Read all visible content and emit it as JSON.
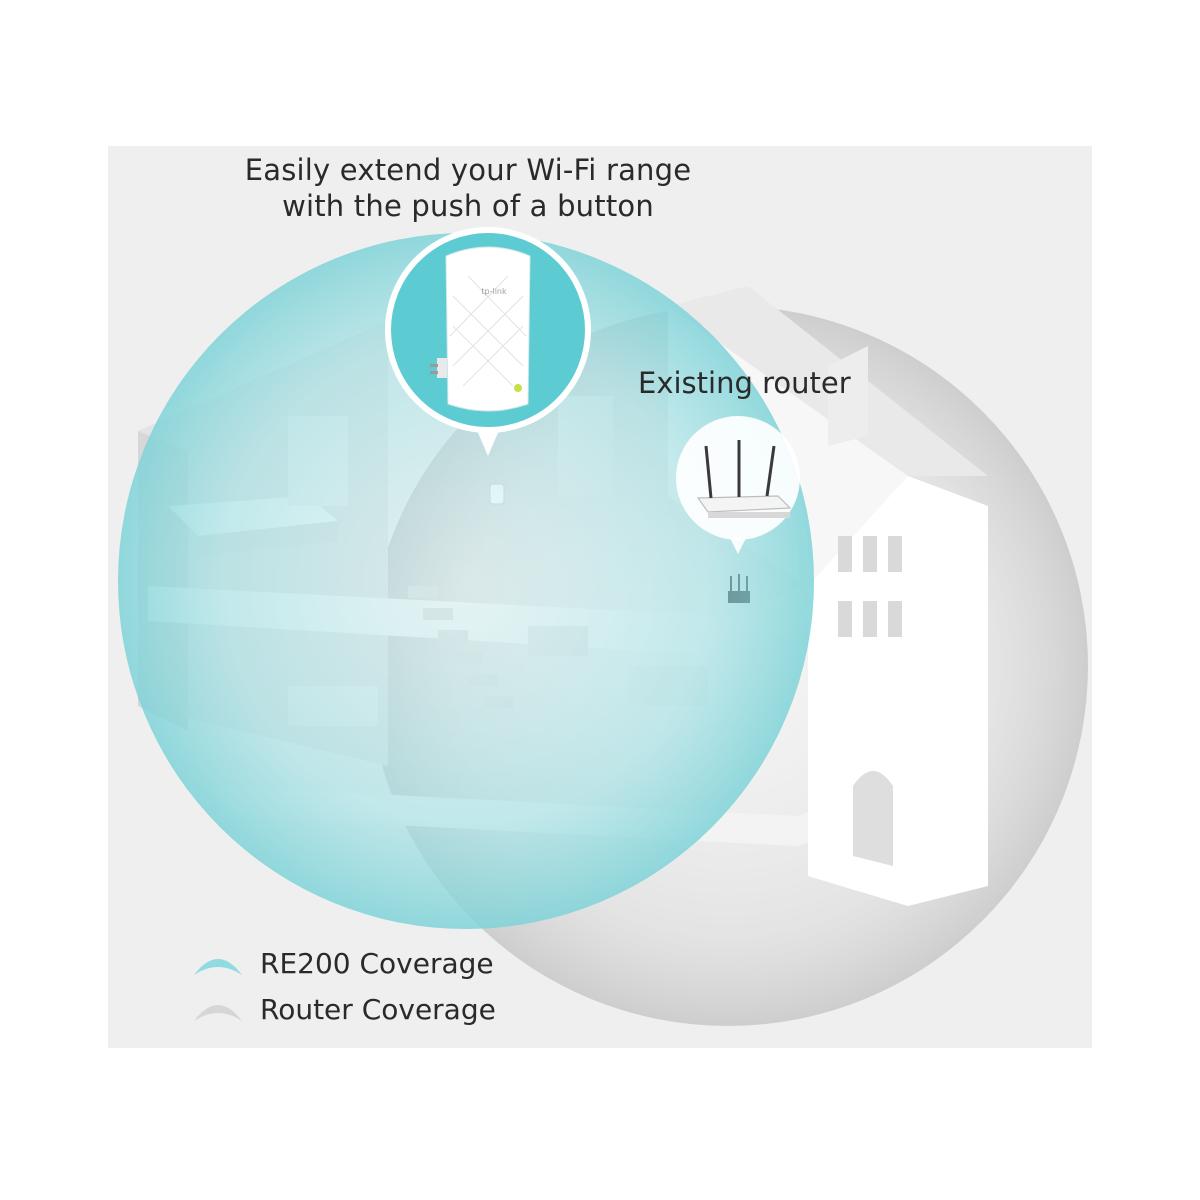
{
  "headline": {
    "line1": "Easily extend your Wi-Fi range",
    "line2": "with the push of a button"
  },
  "router_label": "Existing router",
  "extender_brand": "tp-link",
  "legend": [
    {
      "label": "RE200 Coverage",
      "color": "#8fdbe0",
      "icon": "teal-arc-icon"
    },
    {
      "label": "Router Coverage",
      "color": "#d6d6d6",
      "icon": "grey-arc-icon"
    }
  ],
  "colors": {
    "panel_background": "#efefef",
    "extender_coverage": "#8fdbe0",
    "router_coverage": "#d6d6d6",
    "accent_teal": "#5ccbd2"
  }
}
